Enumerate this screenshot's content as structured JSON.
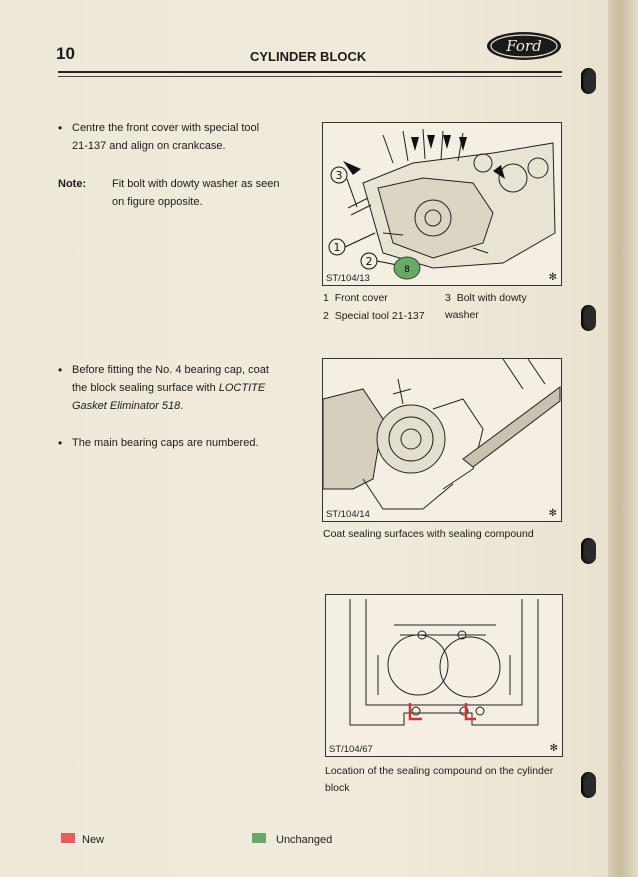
{
  "header": {
    "page_number": "10",
    "title": "CYLINDER BLOCK",
    "logo_text": "Ford"
  },
  "left": {
    "bullet1": "Centre the front cover with special tool 21-137 and align on crankcase.",
    "note_label": "Note:",
    "note_text": "Fit bolt with dowty washer as seen on figure opposite.",
    "bullet2_before": "Before fitting the No. 4 bearing cap, coat the block sealing surface with ",
    "bullet2_italic": "LOCTITE Gasket Eliminator 518",
    "bullet2_after": ".",
    "bullet3": "The main bearing caps are numbered."
  },
  "figures": [
    {
      "id": "ST/104/13",
      "callouts": [
        "1",
        "2",
        "3"
      ]
    },
    {
      "id": "ST/104/14"
    },
    {
      "id": "ST/104/67"
    }
  ],
  "captions": {
    "fig1_items": [
      {
        "num": "1",
        "text": "Front cover"
      },
      {
        "num": "2",
        "text": "Special tool 21-137"
      },
      {
        "num": "3",
        "text": "Bolt with dowty washer"
      }
    ],
    "fig2": "Coat sealing surfaces with sealing compound",
    "fig3": "Location of the sealing compound on the cylinder block"
  },
  "legend": [
    {
      "label": "New",
      "color": "#e06060"
    },
    {
      "label": "Unchanged",
      "color": "#6aa86a"
    }
  ]
}
